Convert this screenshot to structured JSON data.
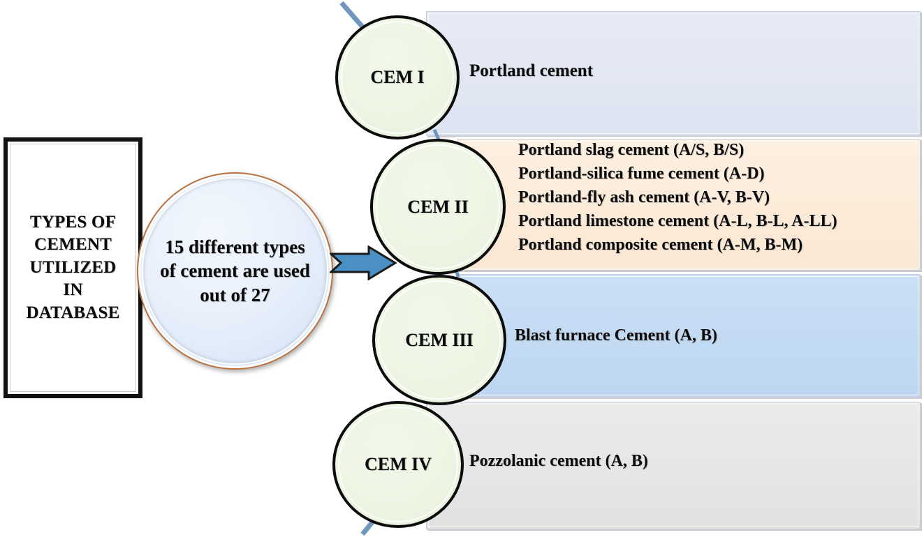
{
  "title_box": {
    "text": "TYPES OF\nCEMENT\nUTILIZED\nIN\nDATABASE"
  },
  "hub": {
    "text": "15 different types of cement are used out of 27",
    "count_used": 15,
    "count_total": 27,
    "border_color": "#b9713f",
    "fill_color": "#e4edfa"
  },
  "arrow": {
    "label": "flow-arrow",
    "color": "#4a90c4"
  },
  "categories": [
    {
      "id": "cem1",
      "circle_label": "CEM I",
      "panel_color": "#e3e8f3",
      "lines": [
        "Portland cement"
      ]
    },
    {
      "id": "cem2",
      "circle_label": "CEM II",
      "panel_color": "#fdeedd",
      "lines": [
        "Portland slag cement (A/S, B/S)",
        "Portland-silica fume cement (A-D)",
        "Portland-fly ash cement (A-V, B-V)",
        "Portland limestone cement (A-L, B-L, A-LL)",
        "Portland composite cement (A-M, B-M)"
      ]
    },
    {
      "id": "cem3",
      "circle_label": "CEM III",
      "panel_color": "#c5dcf4",
      "lines": [
        "Blast furnace Cement (A, B)"
      ]
    },
    {
      "id": "cem4",
      "circle_label": "CEM IV",
      "panel_color": "#e6e6e6",
      "lines": [
        "Pozzolanic cement (A, B)"
      ]
    }
  ],
  "circle_fill_color": "#edf5e3",
  "connector_color": "#6f97bf"
}
